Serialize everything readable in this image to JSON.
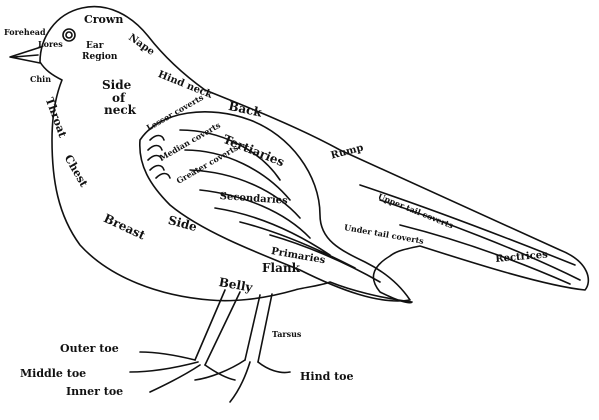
{
  "labels": {
    "forehead": "Forehead",
    "crown": "Crown",
    "lores": "Lores",
    "ear_region": "Ear Region",
    "chin": "Chin",
    "nape": "Nape",
    "side_of_neck": "Side of neck",
    "hind_neck": "Hind neck",
    "back": "Back",
    "lesser_coverts": "Lesser coverts",
    "median_coverts": "Median coverts",
    "greater_coverts": "Greater coverts",
    "tertiaries": "Tertiaries",
    "rump": "Rump",
    "throat": "Throat",
    "chest": "Chest",
    "secondaries": "Secondaries",
    "upper_tail_coverts": "Upper tail coverts",
    "under_tail_coverts": "Under tail coverts",
    "breast": "Breast",
    "side": "Side",
    "primaries": "Primaries",
    "rectrices": "Rectrices",
    "flank": "Flank",
    "belly": "Belly",
    "tarsus": "Tarsus",
    "outer_toe": "Outer toe",
    "middle_toe": "Middle toe",
    "inner_toe": "Inner toe",
    "hind_toe": "Hind toe"
  },
  "colors": {
    "ink": "#111111",
    "paper": "#ffffff"
  }
}
